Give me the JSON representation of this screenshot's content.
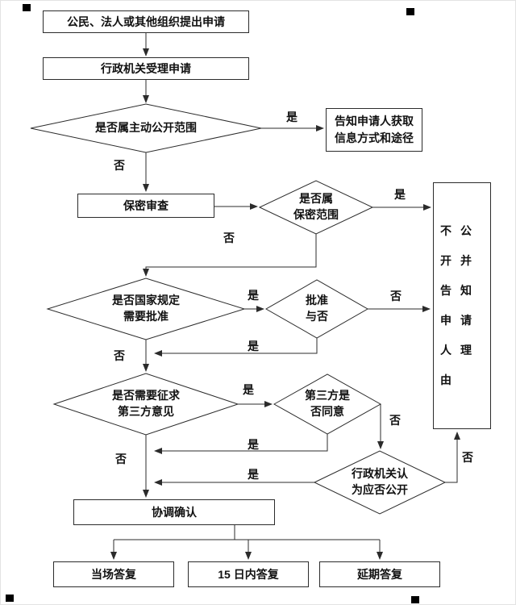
{
  "diagram": {
    "nodes": {
      "apply": {
        "label": "公民、法人或其他组织提出申请"
      },
      "accept": {
        "label": "行政机关受理申请"
      },
      "proactive": {
        "label": "是否属主动公开范围"
      },
      "inform": {
        "label": "告知申请人获取\n信息方式和途径"
      },
      "review": {
        "label": "保密审查"
      },
      "secret": {
        "label": "是否属\n保密范围"
      },
      "not_disclose": {
        "label": "不公开并告知申请人理由"
      },
      "approval_needed": {
        "label": "是否国家规定\n需要批准"
      },
      "approve": {
        "label": "批准\n与否"
      },
      "third_party": {
        "label": "是否需要征求\n第三方意见"
      },
      "third_agree": {
        "label": "第三方是\n否同意"
      },
      "decide": {
        "label": "行政机关认\n为应否公开"
      },
      "coordinate": {
        "label": "协调确认"
      },
      "onspot": {
        "label": "当场答复"
      },
      "days15": {
        "label": "15 日内答复"
      },
      "delayed": {
        "label": "延期答复"
      }
    },
    "labels": {
      "yes": "是",
      "no": "否"
    },
    "colors": {
      "stroke": "#2b2b2b",
      "text": "#111111",
      "background": "#ffffff"
    }
  }
}
